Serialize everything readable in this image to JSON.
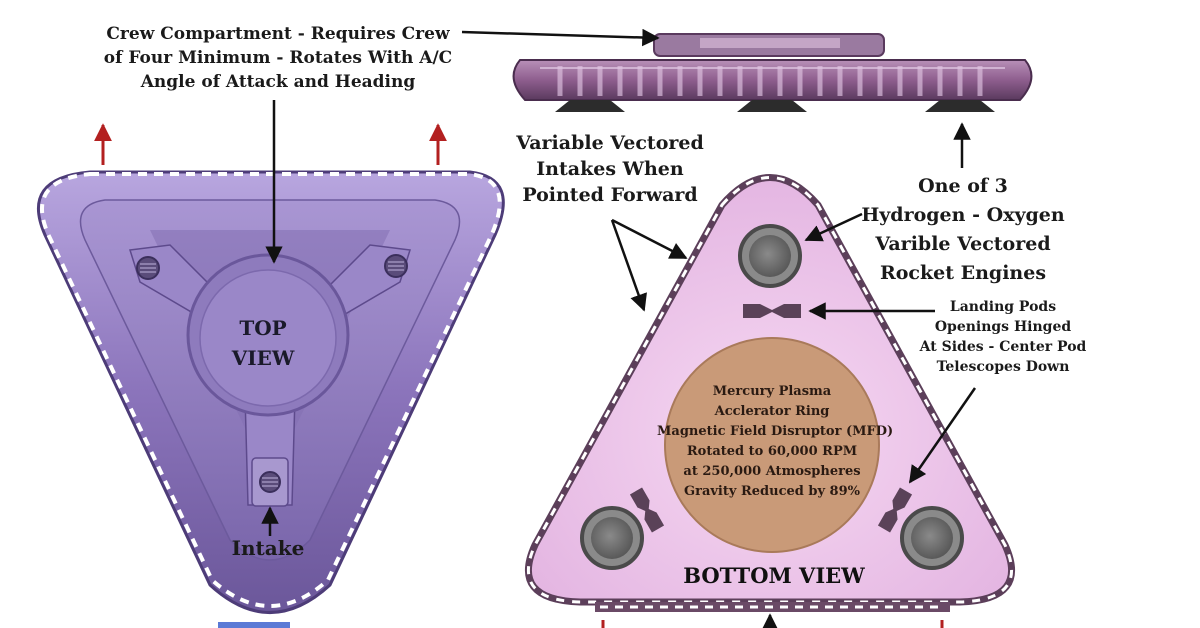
{
  "labels": {
    "crew_compartment": [
      "Crew Compartment - Requires Crew",
      "of Four Minimum - Rotates With A/C",
      "Angle of Attack and Heading"
    ],
    "variable_intakes": [
      "Variable Vectored",
      "Intakes When",
      "Pointed Forward"
    ],
    "rocket_engines": [
      "One of 3",
      "Hydrogen - Oxygen",
      "Varible Vectored",
      "Rocket Engines"
    ],
    "landing_pods": [
      "Landing Pods",
      "Openings Hinged",
      "At Sides - Center Pod",
      "Telescopes Down"
    ],
    "plasma_ring": [
      "Mercury Plasma",
      "Acclerator Ring",
      "Magnetic Field Disruptor (MFD)",
      "Rotated to 60,000 RPM",
      "at 250,000 Atmospheres",
      "Gravity Reduced by 89%"
    ],
    "top_view": [
      "TOP",
      "VIEW"
    ],
    "intake": "Intake",
    "bottom_view": "BOTTOM VIEW"
  },
  "colors": {
    "hull_top": "#8a72b8",
    "hull_top_dark": "#5d4a8c",
    "hull_bottom": "#ecc2ea",
    "hull_bottom_edge": "#5c3f5a",
    "ring": "#c99a78",
    "engine": "#6e6e6e",
    "arrow_red": "#b32020"
  },
  "icons": [
    "up-arrow-icon",
    "pointer-arrow-icon"
  ]
}
